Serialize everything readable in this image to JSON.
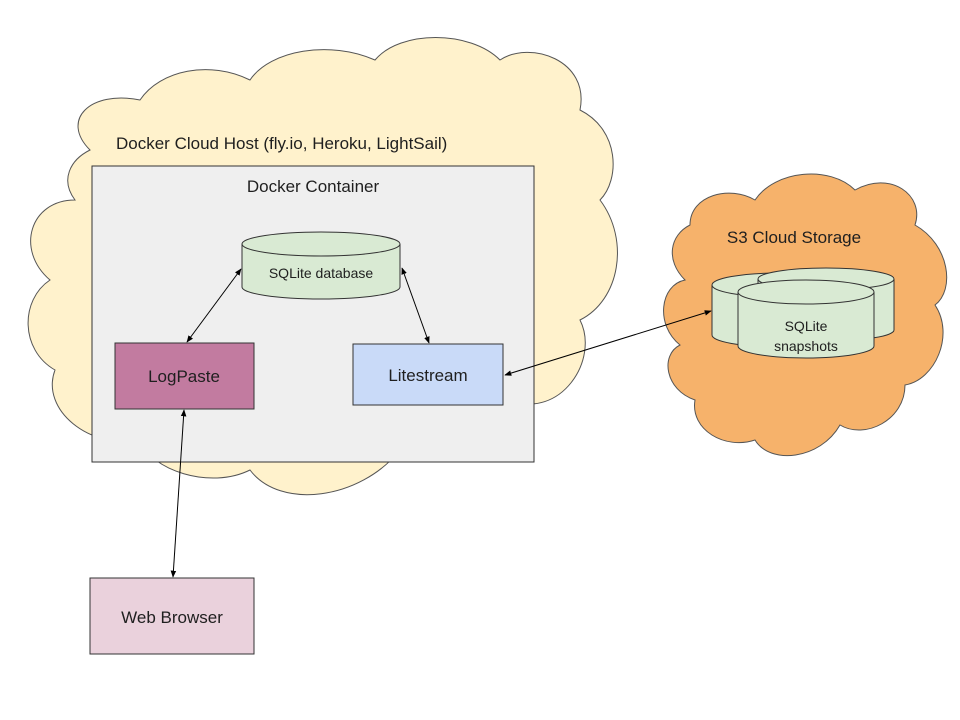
{
  "host_cloud": {
    "label": "Docker Cloud Host (fly.io, Heroku, LightSail)",
    "fill": "#FFF2CC",
    "stroke": "#555555"
  },
  "container": {
    "label": "Docker Container",
    "fill": "#EFEFEF",
    "stroke": "#333333"
  },
  "database": {
    "label": "SQLite database",
    "fill": "#D9EAD3",
    "stroke": "#333333"
  },
  "logpaste": {
    "label": "LogPaste",
    "fill": "#C27BA0",
    "stroke": "#333333"
  },
  "litestream": {
    "label": "Litestream",
    "fill": "#C9DAF8",
    "stroke": "#333333"
  },
  "s3_cloud": {
    "label": "S3 Cloud Storage",
    "fill": "#F6B26B",
    "stroke": "#555555"
  },
  "snapshots": {
    "line1": "SQLite",
    "line2": "snapshots",
    "fill": "#D9EAD3",
    "stroke": "#333333"
  },
  "browser": {
    "label": "Web Browser",
    "fill": "#EAD1DC",
    "stroke": "#333333"
  }
}
